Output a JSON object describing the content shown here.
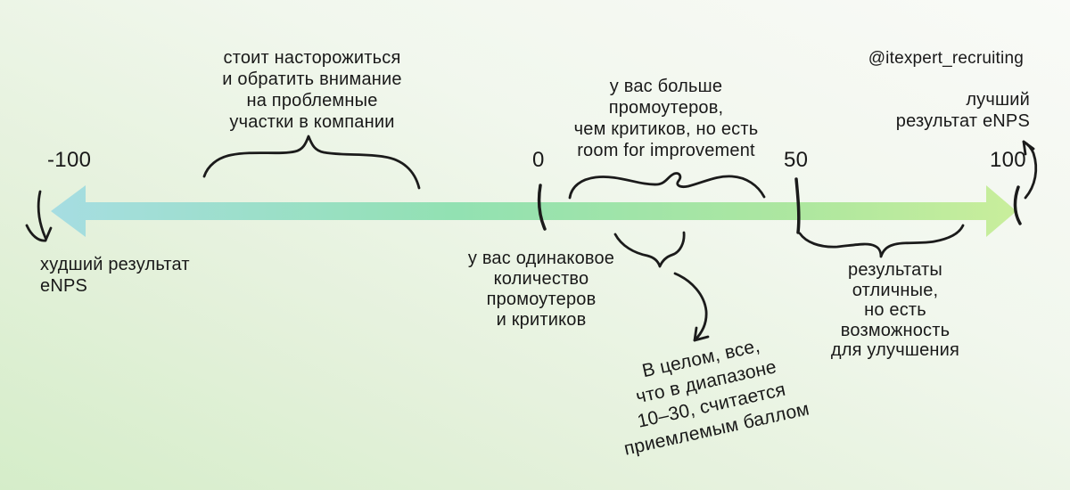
{
  "handle": "@itexpert_recruiting",
  "scale": {
    "type": "number-line",
    "title_metric": "eNPS",
    "labels": {
      "neg100": "-100",
      "zero": "0",
      "fifty": "50",
      "hundred": "100"
    },
    "gradient_stops": [
      "#a6dde2",
      "#92e1b2",
      "#aee79f",
      "#c9ee9c"
    ],
    "background_from": "#d5edc9",
    "background_to": "#f9faf7",
    "ink_color": "#1b1b1b"
  },
  "annotations": {
    "warning": {
      "lines": [
        "стоит насторожиться",
        "и обратить внимание",
        "на проблемные",
        "участки в компании"
      ]
    },
    "worst": {
      "lines": [
        "худший результат",
        "eNPS"
      ]
    },
    "more_promoters": {
      "lines": [
        "у вас больше",
        "промоутеров,",
        "чем критиков, но есть",
        "room for improvement"
      ]
    },
    "best": {
      "lines": [
        "лучший",
        "результат eNPS"
      ]
    },
    "equal": {
      "lines": [
        "у вас одинаковое",
        "количество",
        "промоутеров",
        "и критиков"
      ]
    },
    "acceptable": {
      "lines": [
        "В целом, все,",
        "что в диапазоне",
        "10–30, считается",
        "приемлемым баллом"
      ]
    },
    "excellent": {
      "lines": [
        "результаты",
        "отличные,",
        "но есть",
        "возможность",
        "для улучшения"
      ]
    }
  }
}
